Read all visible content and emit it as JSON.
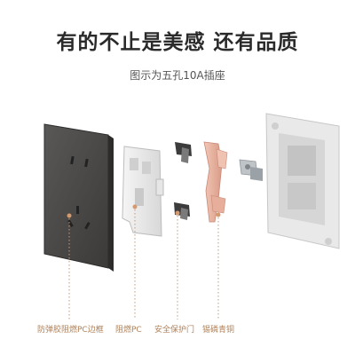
{
  "headline": "有的不止是美感 还有品质",
  "subtitle": "图示为五孔10A插座",
  "callouts": [
    {
      "id": "frame",
      "label": "防弹胶阻燃PC边框"
    },
    {
      "id": "pc",
      "label": "阻燃PC"
    },
    {
      "id": "shutter",
      "label": "安全保护门"
    },
    {
      "id": "copper",
      "label": "锡磷青铜"
    }
  ],
  "colors": {
    "accent": "#b08158",
    "panel": "#4a4846",
    "copper": "#e8b3a3",
    "headline": "#2a2a2a"
  }
}
